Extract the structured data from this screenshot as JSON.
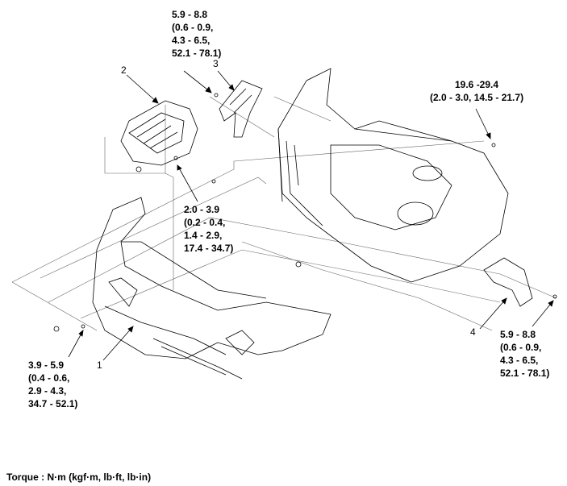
{
  "callouts": {
    "c3_torque": [
      "5.9 - 8.8",
      "(0.6 - 0.9,",
      "4.3 - 6.5,",
      "52.1 - 78.1)"
    ],
    "top_right_torque": [
      "19.6 -29.4",
      "(2.0 - 3.0, 14.5 - 21.7)"
    ],
    "c2_torque": [
      "2.0 - 3.9",
      "(0.2 - 0.4,",
      "1.4 - 2.9,",
      "17.4 - 34.7)"
    ],
    "c1_torque": [
      "3.9 - 5.9",
      "(0.4 - 0.6,",
      "2.9 - 4.3,",
      "34.7 - 52.1)"
    ],
    "c4_torque": [
      "5.9 - 8.8",
      "(0.6 - 0.9,",
      "4.3 - 6.5,",
      "52.1 - 78.1)"
    ]
  },
  "part_numbers": {
    "p1": "1",
    "p2": "2",
    "p3": "3",
    "p4": "4"
  },
  "footer": "Torque : N·m (kgf·m, lb·ft, lb·in)"
}
